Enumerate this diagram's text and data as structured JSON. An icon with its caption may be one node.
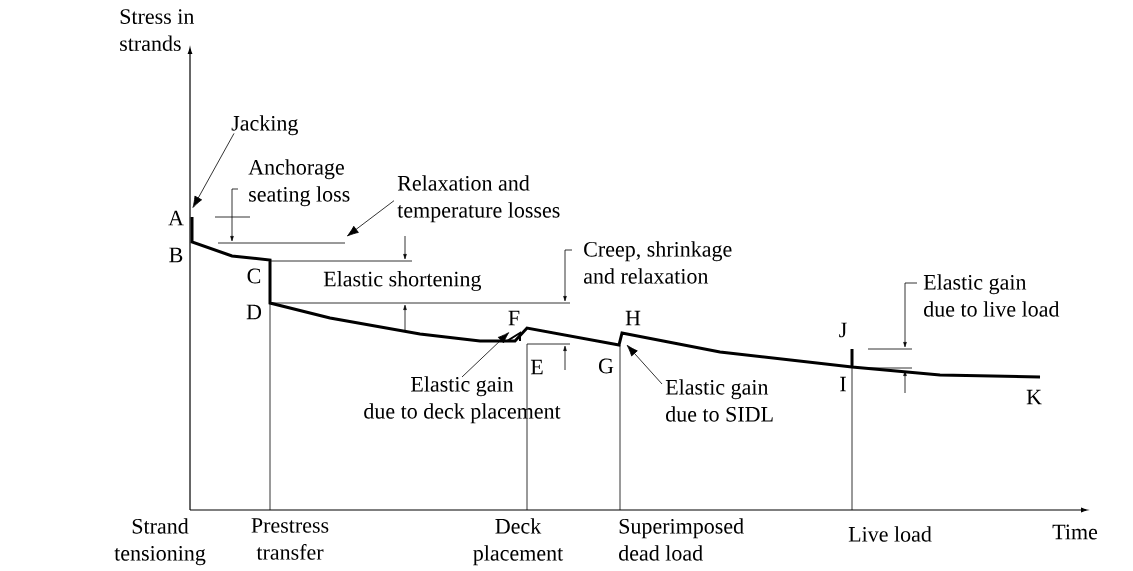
{
  "diagram": {
    "nodes": [
      {
        "text": [
          "Jacking"
        ]
      },
      {
        "text": [
          "Relaxation and temperature losses"
        ]
      },
      {
        "text": [
          "Elastic gain due to deck placement"
        ]
      },
      {
        "text": [
          "Elastic gain due to SIDL"
        ]
      },
      {
        "text": [
          "A"
        ]
      },
      {
        "text": [
          "F"
        ]
      }
    ],
    "edges": [
      {
        "from": 0,
        "to": 4,
        "arrow": "to"
      },
      {
        "from": 1,
        "to": null,
        "arrow": "to"
      },
      {
        "from": 2,
        "to": 5,
        "arrow": "to"
      },
      {
        "from": 3,
        "to": null,
        "arrow": "to"
      }
    ],
    "labels": [
      "Stress in strands",
      "Anchorage seating loss",
      "B",
      "C",
      "Creep, shrinkage and relaxation",
      "Elastic shortening",
      "D",
      "Elastic gain due to live load",
      "H",
      "J",
      "E",
      "G",
      "I",
      "K",
      "Strand tensioning",
      "Prestress transfer",
      "Deck placement",
      "Superimposed dead load",
      "Live load",
      "Time"
    ]
  }
}
